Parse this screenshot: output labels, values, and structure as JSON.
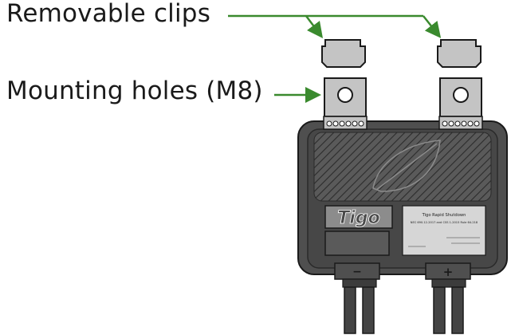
{
  "callouts": {
    "removable_clips": "Removable clips",
    "mounting_holes": "Mounting holes (M8)"
  },
  "device": {
    "brand": "Tigo",
    "label_title": "Tigo Rapid Shutdown",
    "label_standard": "NEC 690.12-2017 and CSS 1-2015 Rule 64-218",
    "terminal_minus": "−",
    "terminal_plus": "+"
  },
  "colors": {
    "arrow": "#3a8a2e",
    "clip_fill": "#c4c4c4",
    "housing_fill": "#4f4f4f",
    "outline": "#1a1a1a"
  }
}
